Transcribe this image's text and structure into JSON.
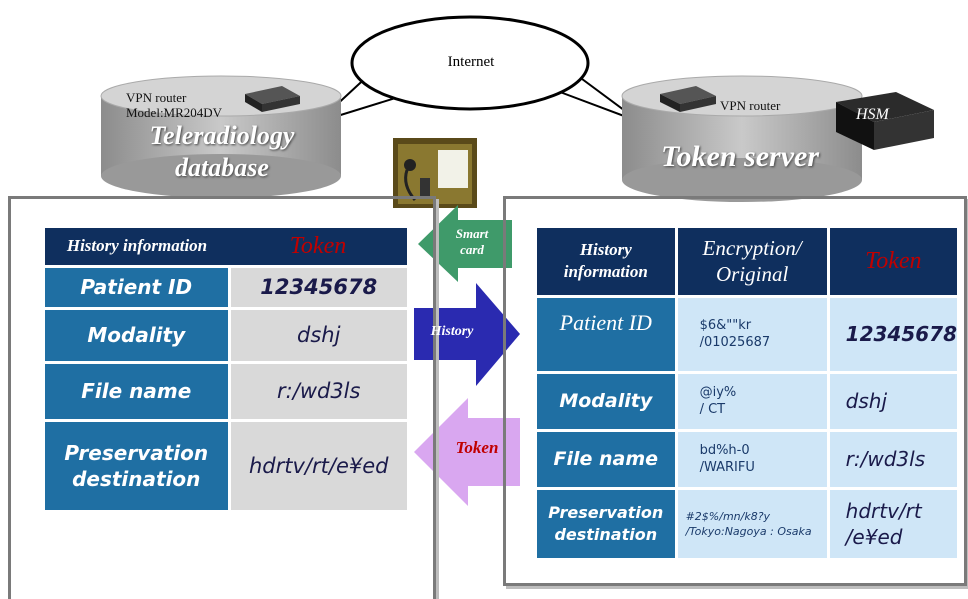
{
  "internet_label": "Internet",
  "left_site": {
    "title_line1": "Teleradiology",
    "title_line2": "database",
    "router_line1": "VPN router",
    "router_line2": "Model:MR204DV"
  },
  "right_site": {
    "title": "Token server",
    "router_label": "VPN router",
    "hsm_label": "HSM"
  },
  "arrows": {
    "smart_card_line1": "Smart",
    "smart_card_line2": "card",
    "history": "History",
    "token": "Token"
  },
  "left_table": {
    "header_key": "History information",
    "header_val": "Token",
    "rows": [
      {
        "key": "Patient ID",
        "key2": "",
        "value": "12345678"
      },
      {
        "key": "Modality",
        "key2": "",
        "value": "dshj"
      },
      {
        "key": "File name",
        "key2": "",
        "value": "r:/wd3ls"
      },
      {
        "key": "Preservation",
        "key2": "destination",
        "value": "hdrtv/rt/e¥ed"
      }
    ]
  },
  "right_table": {
    "header_key_line1": "History",
    "header_key_line2": "information",
    "header_enc_line1": "Encryption/",
    "header_enc_line2": "Original",
    "header_tok": "Token",
    "rows": [
      {
        "key": "Patient ID",
        "key2": "",
        "enc": "$6&\"\"kr",
        "orig": "/01025687",
        "token": "12345678",
        "token2": ""
      },
      {
        "key": "Modality",
        "key2": "",
        "enc": "@iy%",
        "orig": "/ CT",
        "token": "dshj",
        "token2": ""
      },
      {
        "key": "File name",
        "key2": "",
        "enc": "bd%h-0",
        "orig": "/WARIFU",
        "token": "r:/wd3ls",
        "token2": ""
      },
      {
        "key": "Preservation",
        "key2": "destination",
        "enc": "#2$%/mn/k8?y",
        "orig": "/Tokyo:Nagoya : Osaka",
        "token": "hdrtv/rt",
        "token2": "/e¥ed"
      }
    ]
  },
  "colors": {
    "navy": "#0f2f5e",
    "blue": "#1f6fa3",
    "token_red": "#c00000",
    "smart_card_green": "#3f9a6a",
    "history_arrow": "#2a2ab0",
    "token_arrow": "#d9a7f0"
  }
}
